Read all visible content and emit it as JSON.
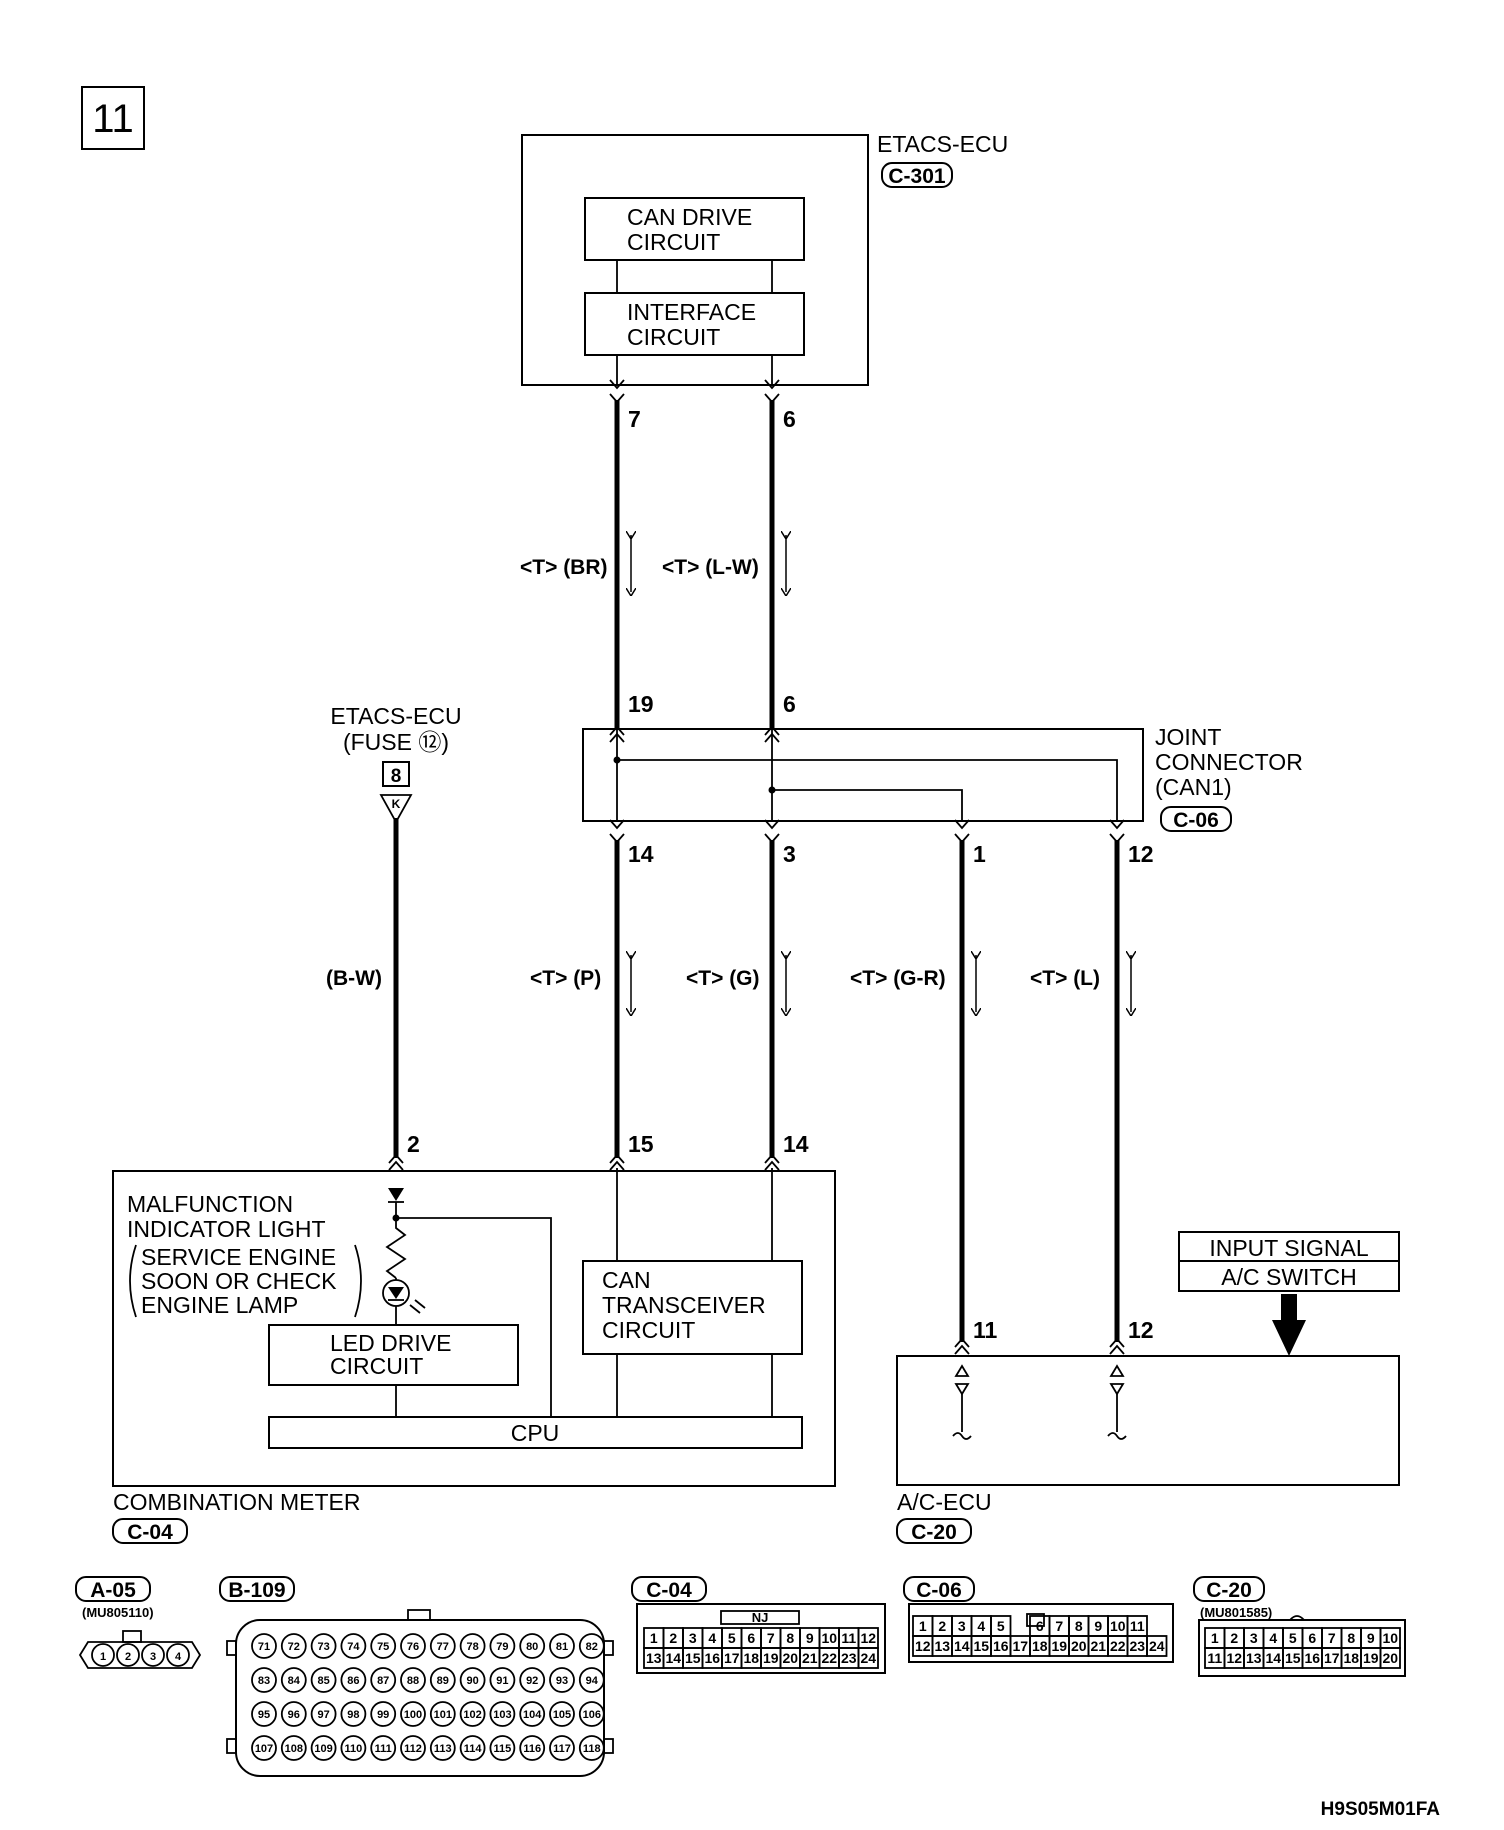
{
  "page_number": "11",
  "ecu_top": {
    "name": "ETACS-ECU",
    "connector": "C-301",
    "block1": [
      "CAN DRIVE",
      "CIRCUIT"
    ],
    "block2": [
      "INTERFACE",
      "CIRCUIT"
    ]
  },
  "joint": {
    "lines": [
      "JOINT",
      "CONNECTOR",
      "(CAN1)"
    ],
    "connector": "C-06"
  },
  "fuse_source": {
    "lines": [
      "ETACS-ECU",
      "(FUSE ⑫)"
    ],
    "terminal": "8",
    "symbol": "K"
  },
  "pins": {
    "ecu_7": "7",
    "ecu_6": "6",
    "jc_19": "19",
    "jc_6": "6",
    "jc_14": "14",
    "jc_3": "3",
    "jc_1": "1",
    "jc_12": "12",
    "cm_2": "2",
    "cm_15": "15",
    "cm_14": "14",
    "ac_11": "11",
    "ac_12": "12"
  },
  "wires": {
    "w1": "<T> (BR)",
    "w2": "<T> (L-W)",
    "w3": "(B-W)",
    "w4": "<T> (P)",
    "w5": "<T> (G)",
    "w6": "<T> (G-R)",
    "w7": "<T> (L)"
  },
  "combination_meter": {
    "name": "COMBINATION METER",
    "connector": "C-04",
    "mil": [
      "MALFUNCTION",
      "INDICATOR LIGHT",
      "SERVICE ENGINE",
      "SOON OR CHECK",
      "ENGINE LAMP"
    ],
    "led": [
      "LED DRIVE",
      "CIRCUIT"
    ],
    "can": [
      "CAN",
      "TRANSCEIVER",
      "CIRCUIT"
    ],
    "cpu": "CPU"
  },
  "ac_ecu": {
    "name": "A/C-ECU",
    "connector": "C-20",
    "input": [
      "INPUT SIGNAL",
      "A/C SWITCH"
    ]
  },
  "connectors": {
    "a05": {
      "id": "A-05",
      "part": "(MU805110)",
      "pins": [
        "1",
        "2",
        "3",
        "4"
      ]
    },
    "b109": {
      "id": "B-109",
      "rows": [
        [
          "71",
          "72",
          "73",
          "74",
          "75",
          "76",
          "77",
          "78",
          "79",
          "80",
          "81",
          "82"
        ],
        [
          "83",
          "84",
          "85",
          "86",
          "87",
          "88",
          "89",
          "90",
          "91",
          "92",
          "93",
          "94"
        ],
        [
          "95",
          "96",
          "97",
          "98",
          "99",
          "100",
          "101",
          "102",
          "103",
          "104",
          "105",
          "106"
        ],
        [
          "107",
          "108",
          "109",
          "110",
          "111",
          "112",
          "113",
          "114",
          "115",
          "116",
          "117",
          "118"
        ]
      ]
    },
    "c04": {
      "id": "C-04",
      "tag": "NJ",
      "rows": [
        [
          "1",
          "2",
          "3",
          "4",
          "5",
          "6",
          "7",
          "8",
          "9",
          "10",
          "11",
          "12"
        ],
        [
          "13",
          "14",
          "15",
          "16",
          "17",
          "18",
          "19",
          "20",
          "21",
          "22",
          "23",
          "24"
        ]
      ]
    },
    "c06": {
      "id": "C-06",
      "rows": [
        [
          "1",
          "2",
          "3",
          "4",
          "5",
          "",
          "6",
          "7",
          "8",
          "9",
          "10",
          "11"
        ],
        [
          "12",
          "13",
          "14",
          "15",
          "16",
          "17",
          "18",
          "19",
          "20",
          "21",
          "22",
          "23",
          "24"
        ]
      ]
    },
    "c20": {
      "id": "C-20",
      "part": "(MU801585)",
      "rows": [
        [
          "1",
          "2",
          "3",
          "4",
          "5",
          "6",
          "7",
          "8",
          "9",
          "10"
        ],
        [
          "11",
          "12",
          "13",
          "14",
          "15",
          "16",
          "17",
          "18",
          "19",
          "20"
        ]
      ]
    }
  },
  "footer_code": "H9S05M01FA"
}
